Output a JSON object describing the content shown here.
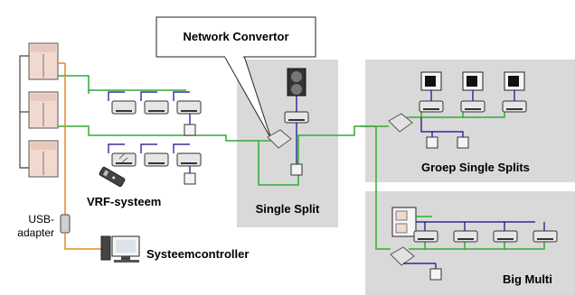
{
  "callout": {
    "label": "Network Convertor"
  },
  "zones": {
    "vrf": {
      "label": "VRF-systeem"
    },
    "single_split": {
      "label": "Single Split"
    },
    "group_single_splits": {
      "label": "Groep Single Splits"
    },
    "big_multi": {
      "label": "Big Multi"
    }
  },
  "adapter": {
    "label_line1": "USB-",
    "label_line2": "adapter"
  },
  "controller": {
    "label": "Systeemcontroller"
  },
  "colors": {
    "panel": "#d9d9d9",
    "network_line": "#33aa33",
    "power_line": "#0a0a8c",
    "usb_line": "#e08a1e",
    "outdoor_unit": "#f2d9d0"
  }
}
